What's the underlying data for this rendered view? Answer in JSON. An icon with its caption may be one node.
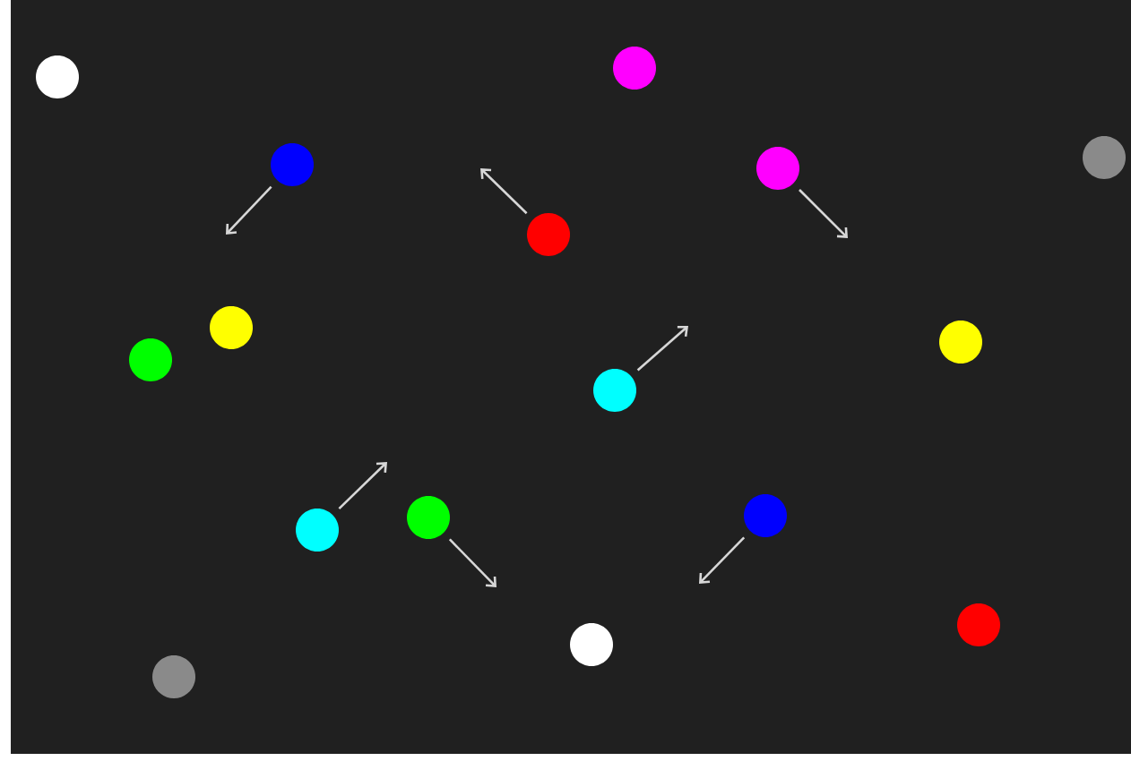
{
  "diagram": {
    "nodes": [
      {
        "text": [],
        "shape": "circle"
      },
      {
        "text": [],
        "shape": "circle"
      },
      {
        "text": [],
        "shape": "circle"
      },
      {
        "text": [],
        "shape": "circle"
      },
      {
        "text": [],
        "shape": "circle"
      },
      {
        "text": [],
        "shape": "circle"
      },
      {
        "text": [],
        "shape": "circle"
      },
      {
        "text": [],
        "shape": "circle"
      },
      {
        "text": [],
        "shape": "circle"
      },
      {
        "text": [],
        "shape": "circle"
      },
      {
        "text": [],
        "shape": "circle"
      },
      {
        "text": [],
        "shape": "circle"
      },
      {
        "text": [],
        "shape": "circle"
      },
      {
        "text": [],
        "shape": "circle"
      },
      {
        "text": [],
        "shape": "circle"
      },
      {
        "text": [],
        "shape": "circle"
      }
    ]
  }
}
